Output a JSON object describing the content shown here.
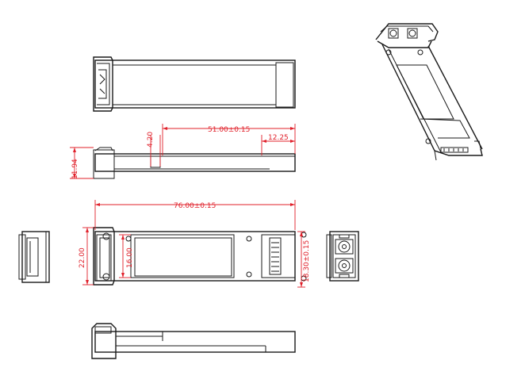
{
  "colors": {
    "outline": "#1a1a1a",
    "dimension": "#e0202a",
    "background": "#ffffff"
  },
  "dimensions": {
    "total_length": "76.00±0.15",
    "length_51": "51.00±0.15",
    "length_12": "12.25",
    "offset_4": "4.20",
    "height_11": "11.94",
    "width_22": "22.00",
    "width_16": "16.00",
    "port_pitch": "18.30±0.15"
  }
}
